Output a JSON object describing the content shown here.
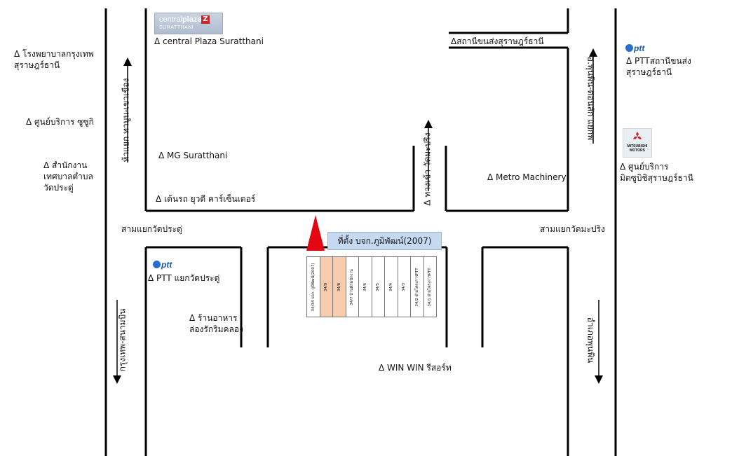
{
  "landmarks": {
    "hospital": "Δ โรงพยาบาลกรุงเทพ\nสุราษฎร์ธานี",
    "sushi_center": "Δ ศูนย์บริการ ซูซูกิ",
    "office_municipal": "Δ สำนักงาน\nเทศบาลตำบล\nวัดประดู่",
    "central_plaza": "Δ central Plaza Suratthani",
    "mg": "Δ MG Suratthani",
    "tent": "Δ เต้นรถ ยุวดี คาร์เซ็นเตอร์",
    "bus_station": "Δสถานีขนส่งสุราษฎร์ธานี",
    "ptt_station": "Δ  PTTสถานีขนส่ง\nสุราษฎร์ธานี",
    "mitsubishi_center": "Δ ศูนย์บริการ\nมิตซูบิชิสุราษฎร์ธานี",
    "metro": "Δ Metro Machinery",
    "ptt_watpradu": "Δ PTT แยกวัดประดู่",
    "restaurant": "Δ ร้านอาหาร\nล่องรักริมคลอง",
    "winwin": "Δ WIN WIN รีสอร์ท"
  },
  "intersections": {
    "left": "สามแยกวัดประดู่",
    "right": "สามแยกวัดมะปริง"
  },
  "roads": {
    "left_upper": "ห้าแยก ทาบูน-เขาเขือง",
    "left_lower": "กรุงเทพ-สนามบิน",
    "middle": "Δ ทางเข้า วัดมะปริง",
    "right_upper": "อ.พุนพิน-ดอนสัก แยกพ",
    "right_lower": "อำเภอพุนพิน"
  },
  "logos": {
    "central_plaza_line1": "central",
    "central_plaza_brand": "plaza",
    "central_plaza_line2": "SURATTHANI",
    "ptt": "ptt",
    "mitsubishi": "MITSUBISHI\nMOTORS"
  },
  "banner": "ที่ตั้ง บจก.ภูมิพัฒน์(2007)",
  "lots": [
    {
      "label": "34/34 บจก. ภูมิพัฒน์(2007)",
      "highlight": false
    },
    {
      "label": "34/9",
      "highlight": true
    },
    {
      "label": "34/8",
      "highlight": true
    },
    {
      "label": "34/7 บ้านพักพนักงาน",
      "highlight": false
    },
    {
      "label": "34/6",
      "highlight": false
    },
    {
      "label": "34/5",
      "highlight": false
    },
    {
      "label": "34/4",
      "highlight": false
    },
    {
      "label": "34/3",
      "highlight": false
    },
    {
      "label": "34/2 ฝ่ายโครงการPTT",
      "highlight": false
    },
    {
      "label": "34/1 ฝ่ายโครงการPTT",
      "highlight": false
    }
  ],
  "colors": {
    "marker": "#e30613",
    "banner_bg": "#c5d9f1",
    "lot_highlight": "#f8cbad",
    "road": "#000000"
  }
}
